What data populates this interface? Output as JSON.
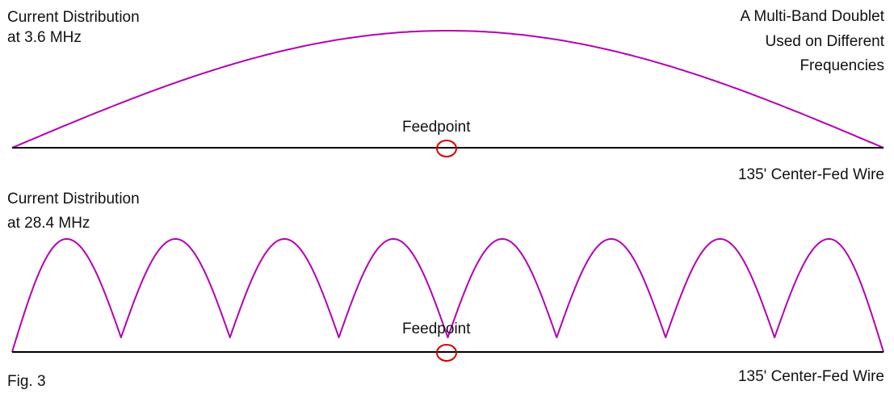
{
  "top_panel": {
    "label_line1": "Current Distribution",
    "label_line2": "at 3.6 MHz",
    "feedpoint_label": "Feedpoint",
    "wire_label": "135' Center-Fed Wire"
  },
  "title_block": {
    "line1": "A Multi-Band Doublet",
    "line2": "Used on Different",
    "line3": "Frequencies"
  },
  "bottom_panel": {
    "label_line1": "Current Distribution",
    "label_line2": "at 28.4 MHz",
    "feedpoint_label": "Feedpoint",
    "wire_label": "135' Center-Fed Wire",
    "current_lobes": 8
  },
  "figure_caption": "Fig. 3",
  "colors": {
    "current_curve": "#b400b4",
    "wire": "#000000",
    "feedpoint_marker": "#d40000",
    "text": "#111111"
  }
}
